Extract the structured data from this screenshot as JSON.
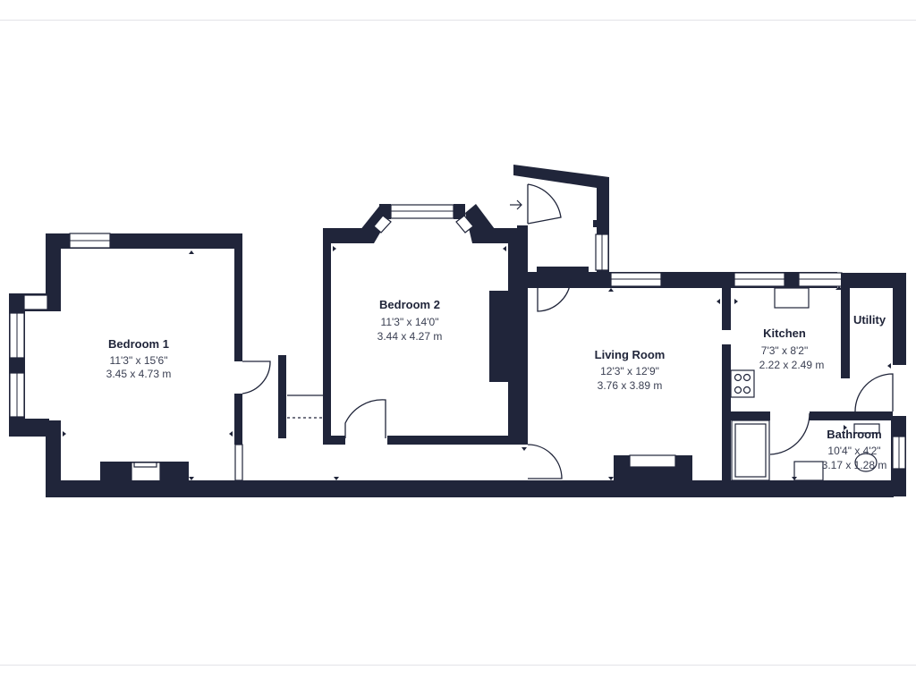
{
  "plan": {
    "rooms": [
      {
        "id": "bedroom1",
        "name": "Bedroom 1",
        "imperial": "11'3\" x 15'6\"",
        "metric": "3.45 x 4.73 m"
      },
      {
        "id": "bedroom2",
        "name": "Bedroom 2",
        "imperial": "11'3\" x 14'0\"",
        "metric": "3.44 x 4.27 m"
      },
      {
        "id": "living",
        "name": "Living Room",
        "imperial": "12'3\" x 12'9\"",
        "metric": "3.76 x 3.89 m"
      },
      {
        "id": "kitchen",
        "name": "Kitchen",
        "imperial": "7'3\" x 8'2\"",
        "metric": "2.22 x 2.49 m"
      },
      {
        "id": "utility",
        "name": "Utility"
      },
      {
        "id": "bathroom",
        "name": "Bathroom",
        "imperial": "10'4\" x 4'2\"",
        "metric": "3.17 x 1.28 m"
      }
    ],
    "entrance_icon": "arrow-right-icon",
    "colors": {
      "wall": "#20253a",
      "background": "#ffffff",
      "text": "#20253a"
    }
  }
}
